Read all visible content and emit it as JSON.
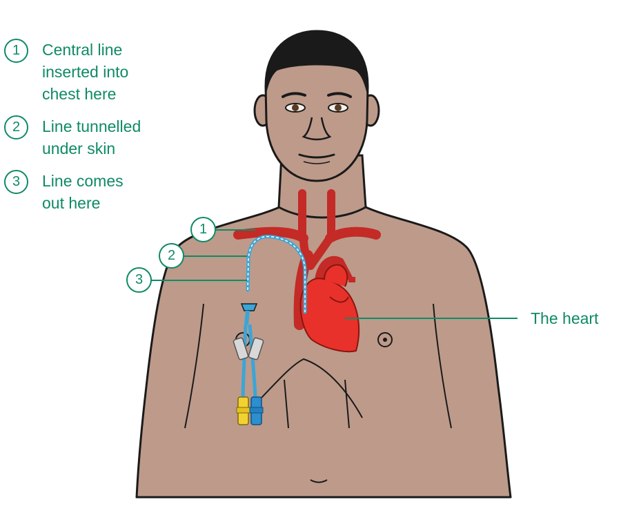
{
  "legend": [
    {
      "number": "1",
      "text": "Central line\ninserted into\nchest here"
    },
    {
      "number": "2",
      "text": "Line tunnelled\nunder skin"
    },
    {
      "number": "3",
      "text": "Line comes\nout here"
    }
  ],
  "callouts": [
    "1",
    "2",
    "3"
  ],
  "heart_label": "The heart",
  "colors": {
    "label_green": "#0e8a66",
    "skin": "#bd9a8a",
    "vessel_red": "#c42a26",
    "heart_red": "#e8312a",
    "line_blue": "#3aa6d8",
    "clamp_yellow": "#f2d230"
  }
}
